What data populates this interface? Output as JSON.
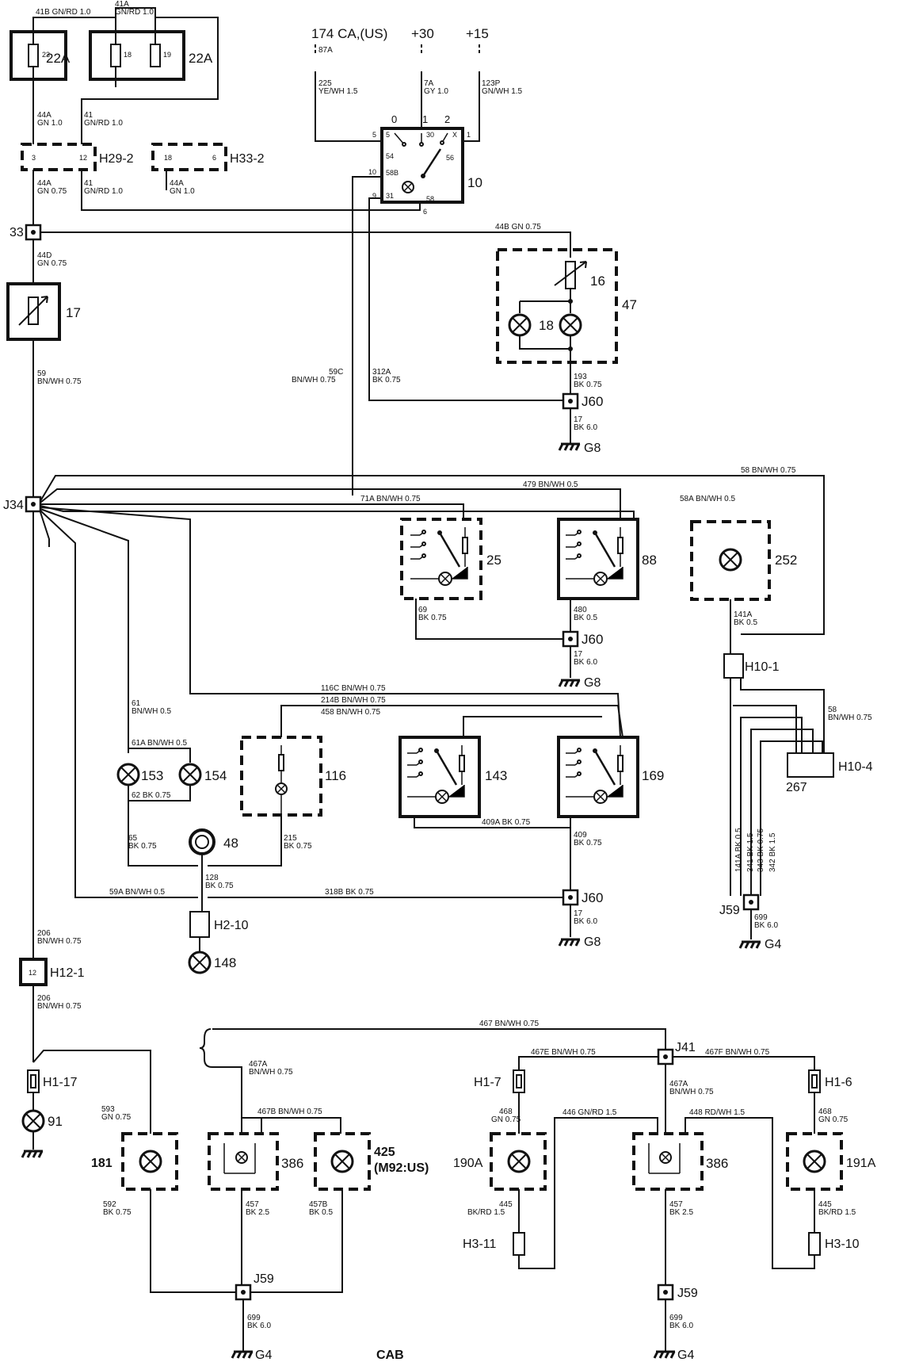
{
  "supplies": {
    "s174": "174 CA,(US)",
    "s30": "+30",
    "s15": "+15",
    "b87a": "87A"
  },
  "fuses": {
    "f22a_left": "22A",
    "f22a_right": "22A",
    "f23": "23",
    "f18": "18",
    "f19": "19"
  },
  "connectors": {
    "h29": "H29-2",
    "h29_pin3": "3",
    "h29_pin12": "12",
    "h33": "H33-2",
    "h33_pin18": "18",
    "h33_pin6": "6",
    "h10_1": "H10-1",
    "h10_4": "H10-4",
    "h2_10": "H2-10",
    "h12_1": "H12-1",
    "h12_pin": "12",
    "h1_17": "H1-17",
    "h1_7": "H1-7",
    "h1_6": "H1-6",
    "h3_11": "H3-11",
    "h3_10": "H3-10",
    "n267": "267"
  },
  "junctions": {
    "n33": "33",
    "j34": "J34",
    "j60": "J60",
    "j59": "J59",
    "j41": "J41"
  },
  "grounds": {
    "g8": "G8",
    "g4": "G4"
  },
  "components": {
    "c10": "10",
    "c16": "16",
    "c17": "17",
    "c18": "18",
    "c47": "47",
    "c25": "25",
    "c88": "88",
    "c252": "252",
    "c153": "153",
    "c154": "154",
    "c116": "116",
    "c143": "143",
    "c169": "169",
    "c48": "48",
    "c148": "148",
    "c91": "91",
    "c181": "181",
    "c386": "386",
    "c425": "425",
    "c425_note": "(M92:US)",
    "c190a": "190A",
    "c191a": "191A"
  },
  "switch10": {
    "pos0": "0",
    "pos1": "1",
    "pos2": "2",
    "p5": "5",
    "p1": "1",
    "p10": "10",
    "p9": "9",
    "p6": "6",
    "t5": "5",
    "t30": "30",
    "tx": "X",
    "t54": "54",
    "t56": "56",
    "t58b": "58B",
    "t31": "31",
    "t58": "58"
  },
  "wire_labels": {
    "w41b": "41B GN/RD 1.0",
    "w41a_a": "41A",
    "w41a_b": "GN/RD 1.0",
    "w44a_a": "44A",
    "w44a_b": "GN 1.0",
    "w41_a": "41",
    "w41_b": "GN/RD 1.0",
    "w44a2_a": "44A",
    "w44a2_b": "GN 0.75",
    "w41c_a": "41",
    "w41c_b": "GN/RD 1.0",
    "w44a3_a": "44A",
    "w44a3_b": "GN 1.0",
    "w225_a": "225",
    "w225_b": "YE/WH 1.5",
    "w7a_a": "7A",
    "w7a_b": "GY 1.0",
    "w123p_a": "123P",
    "w123p_b": "GN/WH 1.5",
    "w44b": "44B GN 0.75",
    "w44d_a": "44D",
    "w44d_b": "GN 0.75",
    "w59_a": "59",
    "w59_b": "BN/WH 0.75",
    "w59c_a": "59C",
    "w59c_b": "BN/WH 0.75",
    "w312a_a": "312A",
    "w312a_b": "BK 0.75",
    "w193_a": "193",
    "w193_b": "BK 0.75",
    "w17_a": "17",
    "w17_b": "BK 6.0",
    "w58": "58 BN/WH 0.75",
    "w479": "479 BN/WH 0.5",
    "w71a": "71A BN/WH 0.75",
    "w58a": "58A BN/WH 0.5",
    "w69_a": "69",
    "w69_b": "BK 0.75",
    "w480_a": "480",
    "w480_b": "BK 0.5",
    "w17b_a": "17",
    "w17b_b": "BK 6.0",
    "w141a_a": "141A",
    "w141a_b": "BK 0.5",
    "w58b_a": "58",
    "w58b_b": "BN/WH 0.75",
    "w116c": "116C BN/WH 0.75",
    "w214b": "214B BN/WH 0.75",
    "w458": "458 BN/WH 0.75",
    "w61_a": "61",
    "w61_b": "BN/WH 0.5",
    "w61a": "61A BN/WH 0.5",
    "w62": "62 BK 0.75",
    "w65_a": "65",
    "w65_b": "BK 0.75",
    "w215_a": "215",
    "w215_b": "BK 0.75",
    "w409a": "409A BK 0.75",
    "w409_a": "409",
    "w409_b": "BK 0.75",
    "w128_a": "128",
    "w128_b": "BK 0.75",
    "w59a": "59A BN/WH 0.5",
    "w318b": "318B BK 0.75",
    "w17c_a": "17",
    "w17c_b": "BK 6.0",
    "w141a_v": "141A BK 0.5",
    "w341_v": "341 BK 1.5",
    "w343_v": "343 BK 0.75",
    "w342_v": "342 BK 1.5",
    "w699_a": "699",
    "w699_b": "BK 6.0",
    "w206_a": "206",
    "w206_b": "BN/WH 0.75",
    "w206b_a": "206",
    "w206b_b": "BN/WH 0.75",
    "w467": "467 BN/WH 0.75",
    "w467e": "467E BN/WH 0.75",
    "w467f": "467F BN/WH 0.75",
    "w593_a": "593",
    "w593_b": "GN 0.75",
    "w467a_a": "467A",
    "w467a_b": "BN/WH 0.75",
    "w467b": "467B BN/WH 0.75",
    "w592_a": "592",
    "w592_b": "BK 0.75",
    "w457_a": "457",
    "w457_b": "BK 2.5",
    "w457b_a": "457B",
    "w457b_b": "BK 0.5",
    "w699b_a": "699",
    "w699b_b": "BK 6.0",
    "w468_a": "468",
    "w468_b": "GN 0.75",
    "w446": "446 GN/RD 1.5",
    "w467a2_a": "467A",
    "w467a2_b": "BN/WH 0.75",
    "w448": "448 RD/WH 1.5",
    "w468b_a": "468",
    "w468b_b": "GN 0.75",
    "w445_a": "445",
    "w445_b": "BK/RD 1.5",
    "w457c_a": "457",
    "w457c_b": "BK 2.5",
    "w445b_a": "445",
    "w445b_b": "BK/RD 1.5",
    "w699c_a": "699",
    "w699c_b": "BK 6.0"
  },
  "footer": {
    "cab": "CAB"
  }
}
